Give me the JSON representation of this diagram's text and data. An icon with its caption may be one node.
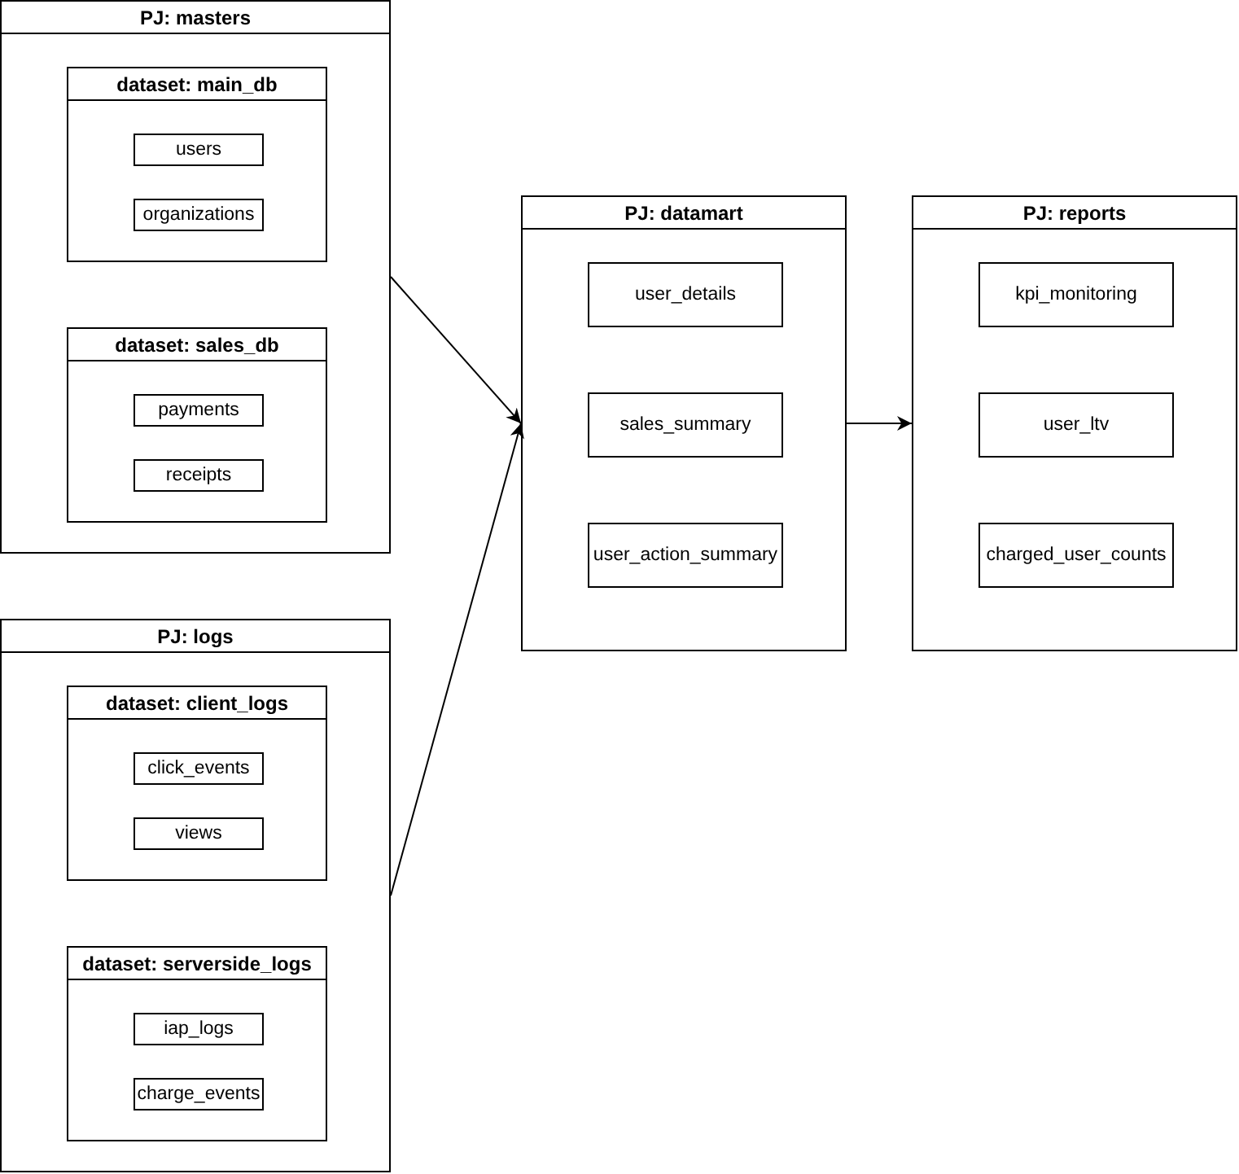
{
  "diagram": {
    "nodes": [
      {
        "text": [
          "PJ: masters"
        ]
      },
      {
        "text": [
          "dataset: main_db"
        ],
        "in": 0
      },
      {
        "text": [
          "users"
        ],
        "in": 1
      },
      {
        "text": [
          "organizations"
        ],
        "in": 1
      },
      {
        "text": [
          "dataset: sales_db"
        ],
        "in": 0
      },
      {
        "text": [
          "payments"
        ],
        "in": 4
      },
      {
        "text": [
          "receipts"
        ],
        "in": 4
      },
      {
        "text": [
          "PJ: logs"
        ]
      },
      {
        "text": [
          "dataset: client_logs"
        ],
        "in": 7
      },
      {
        "text": [
          "click_events"
        ],
        "in": 8
      },
      {
        "text": [
          "views"
        ],
        "in": 8
      },
      {
        "text": [
          "dataset: serverside_logs"
        ],
        "in": 7
      },
      {
        "text": [
          "iap_logs"
        ],
        "in": 11
      },
      {
        "text": [
          "charge_events"
        ],
        "in": 11
      },
      {
        "text": [
          "PJ: datamart"
        ]
      },
      {
        "text": [
          "user_details"
        ],
        "in": 14
      },
      {
        "text": [
          "sales_summary"
        ],
        "in": 14
      },
      {
        "text": [
          "user_action_summary"
        ],
        "in": 14
      },
      {
        "text": [
          "PJ: reports"
        ]
      },
      {
        "text": [
          "kpi_monitoring"
        ],
        "in": 18
      },
      {
        "text": [
          "user_ltv"
        ],
        "in": 18
      },
      {
        "text": [
          "charged_user_counts"
        ],
        "in": 18
      }
    ],
    "edges": [
      {
        "from": 0,
        "to": 14,
        "arrow": "to"
      },
      {
        "from": 7,
        "to": 14,
        "arrow": "to"
      },
      {
        "from": 14,
        "to": 18,
        "arrow": "to"
      }
    ]
  }
}
